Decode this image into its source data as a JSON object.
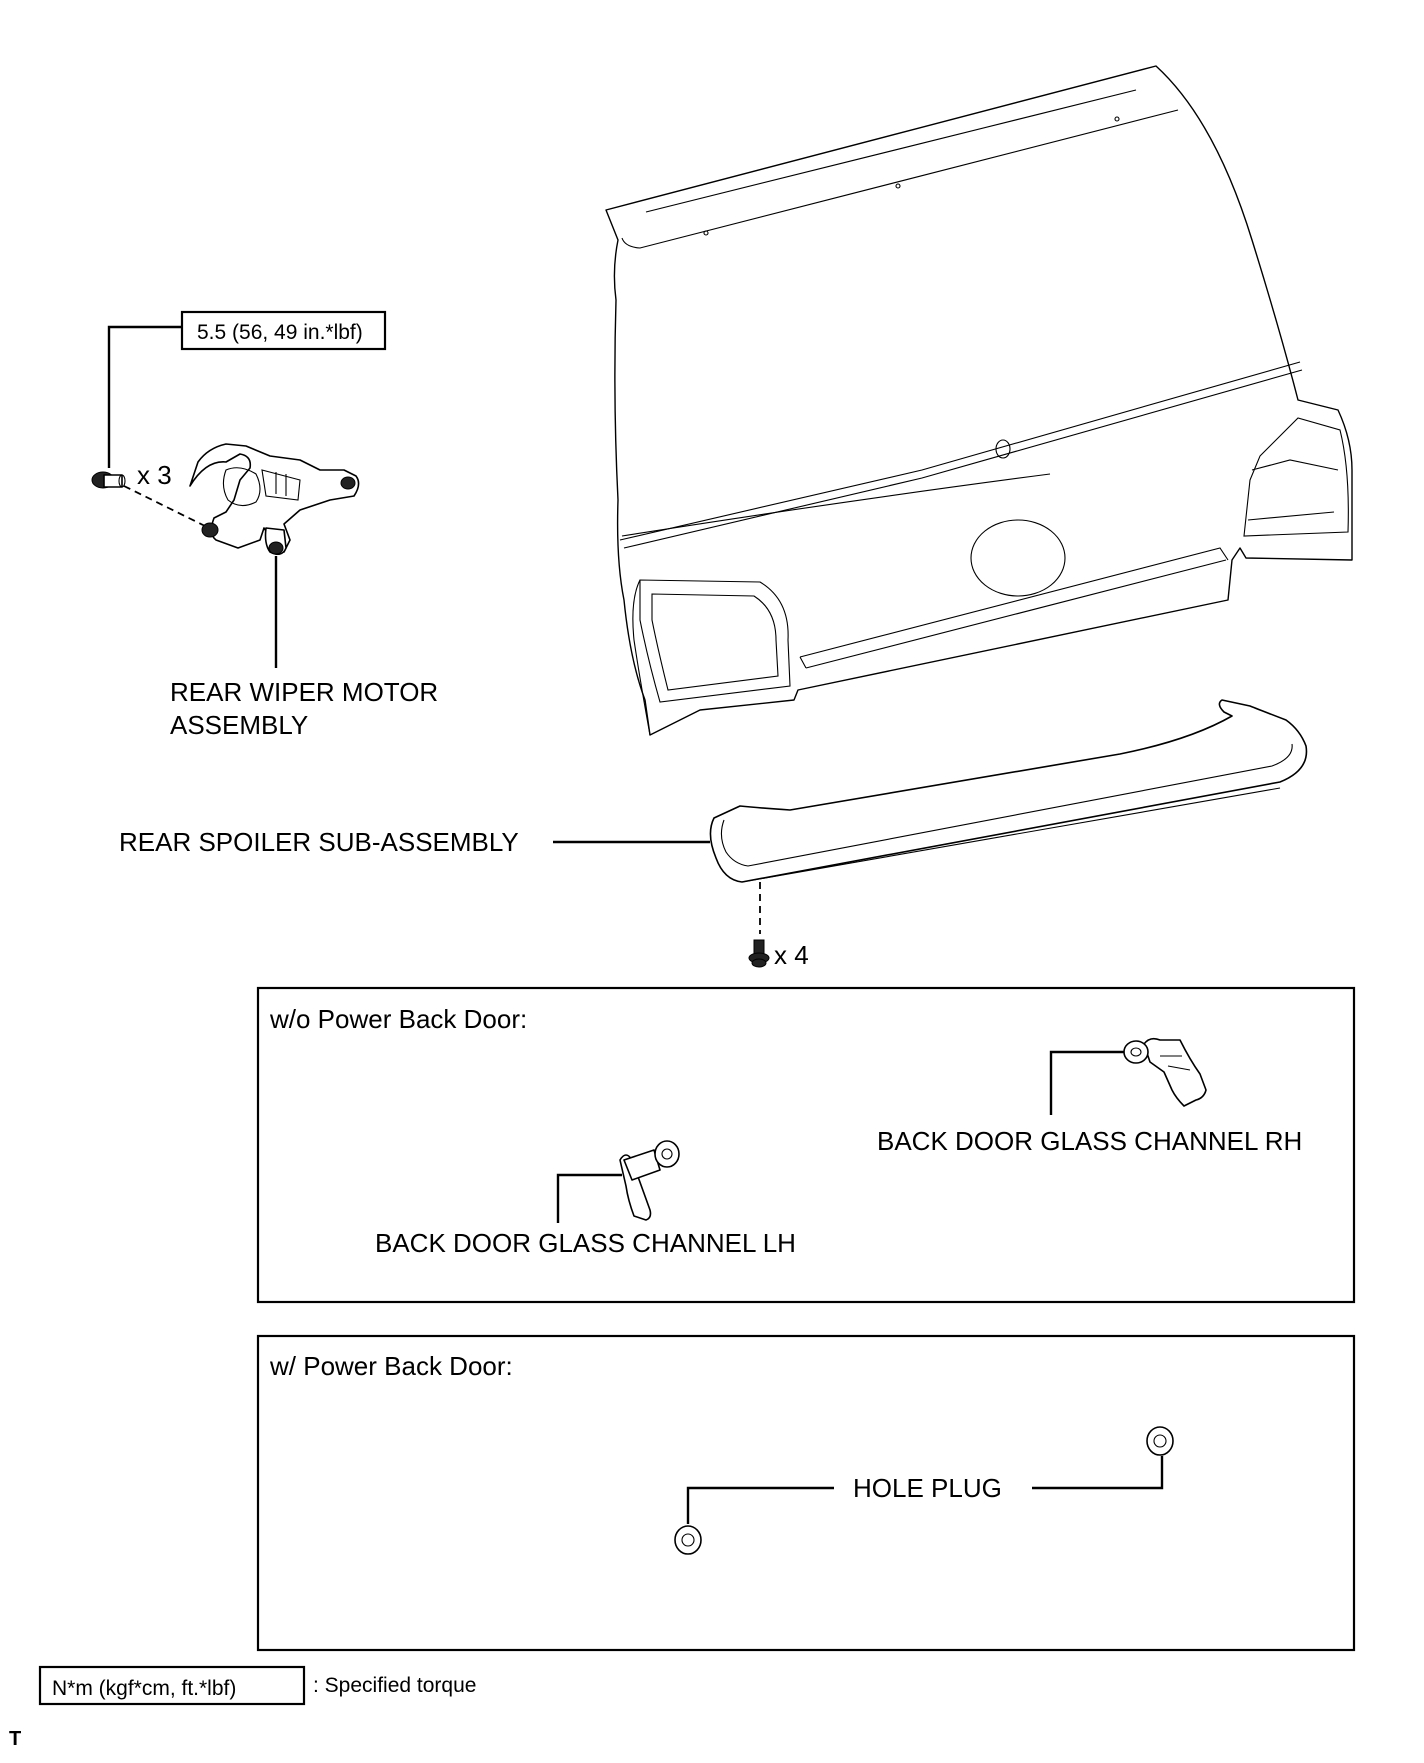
{
  "wiper": {
    "torque": "5.5 (56, 49 in.*lbf)",
    "bolt_count": "x 3",
    "label_line1": "REAR WIPER MOTOR",
    "label_line2": "ASSEMBLY"
  },
  "spoiler": {
    "label": "REAR SPOILER SUB-ASSEMBLY",
    "screw_count": "x 4"
  },
  "without_power_door": {
    "title": "w/o Power Back Door:",
    "channel_rh": "BACK DOOR GLASS CHANNEL RH",
    "channel_lh": "BACK DOOR GLASS CHANNEL LH"
  },
  "with_power_door": {
    "title": "w/ Power Back Door:",
    "hole_plug": "HOLE PLUG"
  },
  "legend": {
    "unit": "N*m (kgf*cm, ft.*lbf)",
    "meaning": ": Specified torque"
  },
  "corner_mark": "T"
}
